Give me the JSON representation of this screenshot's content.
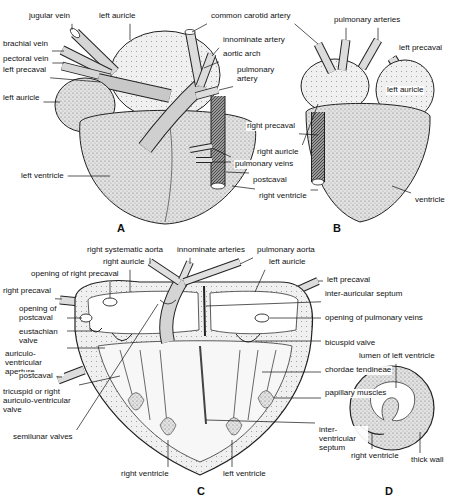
{
  "diagram": {
    "labels": [
      "jugular vein",
      "left auricle",
      "common carotid artery",
      "pulmonary arteries",
      "brachial vein",
      "innominate artery",
      "aortic arch",
      "left precaval",
      "pectoral vein",
      "left precaval",
      "pulmonary artery",
      "left auricle",
      "left auricle",
      "right precaval",
      "right auricle",
      "pulmonary veins",
      "postcaval",
      "left ventricle",
      "right ventricle",
      "ventricle",
      "A",
      "B",
      "right systematic aorta",
      "innominate arteries",
      "pulmonary aorta",
      "right auricle",
      "left auricle",
      "opening of right precaval",
      "left precaval",
      "right precaval",
      "inter-auricular septum",
      "opening of postcaval",
      "opening of pulmonary veins",
      "eustachian valve",
      "bicuspid valve",
      "auriculo-ventricular aperture",
      "postcaval",
      "chordae tendineae",
      "tricuspid or right auriculo-ventricular valve",
      "papillary muscles",
      "semilunar valves",
      "inter-ventricular septum",
      "right ventricle",
      "left ventricle",
      "C",
      "lumen of left ventricle",
      "right ventricle",
      "thick wall",
      "D"
    ]
  }
}
